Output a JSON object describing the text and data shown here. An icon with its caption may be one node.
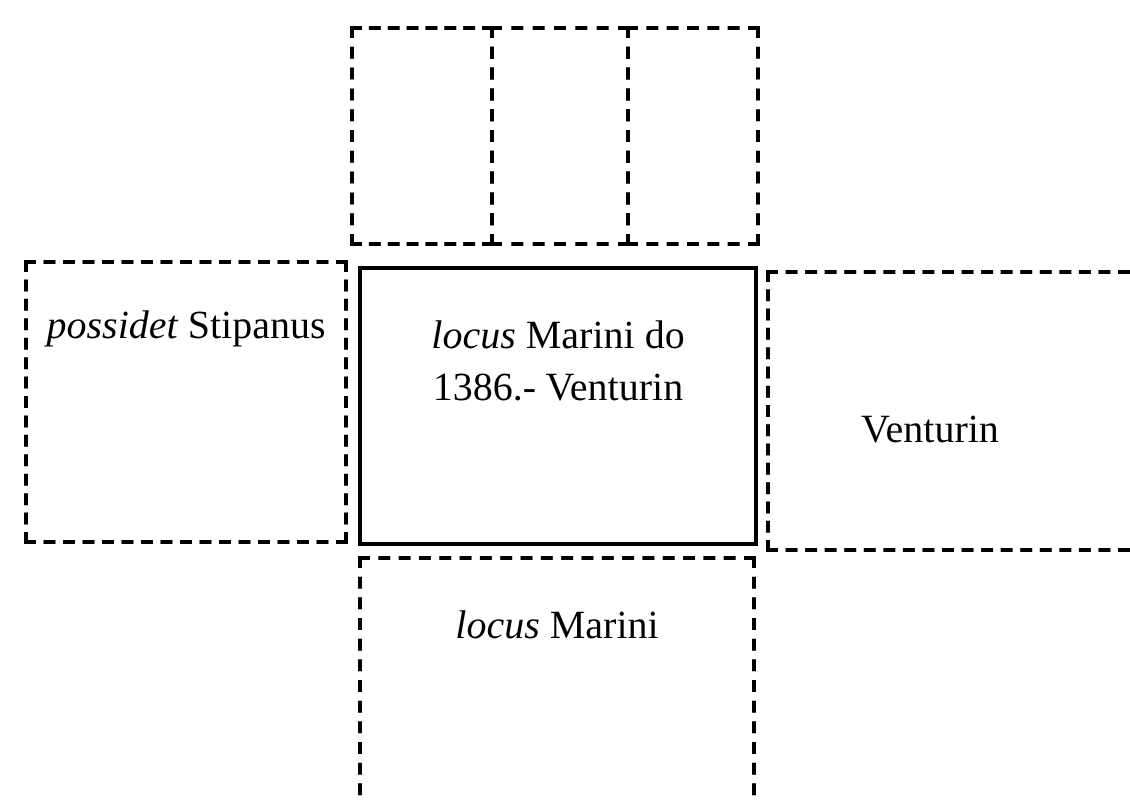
{
  "diagram": {
    "nodes": [
      {
        "text": [],
        "shape": "box"
      },
      {
        "text": [],
        "shape": "box"
      },
      {
        "text": [],
        "shape": "box"
      },
      {
        "text": [
          "*possidet* Stipanus"
        ]
      },
      {
        "text": [
          "*locus* Marini do 1386.- Venturin"
        ]
      },
      {
        "text": [
          "Venturin"
        ]
      },
      {
        "text": [
          "*locus* Marini"
        ]
      }
    ]
  }
}
